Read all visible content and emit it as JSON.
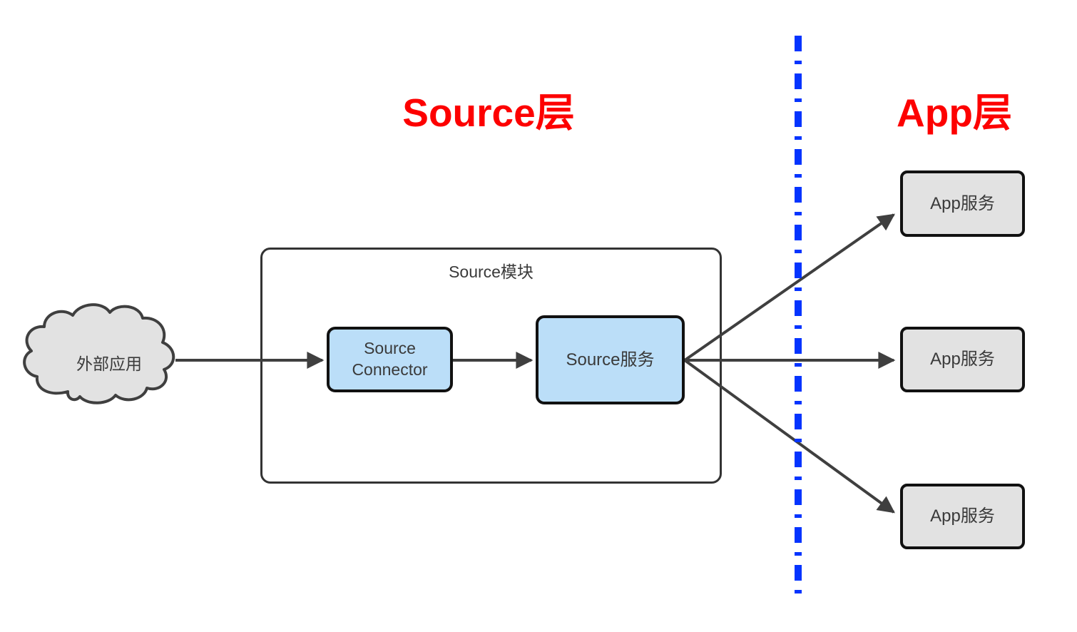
{
  "titles": {
    "source_layer": "Source层",
    "app_layer": "App层"
  },
  "cloud": {
    "label": "外部应用"
  },
  "source_module": {
    "label": "Source模块",
    "connector_label": "Source Connector",
    "service_label": "Source服务"
  },
  "app_services": [
    "App服务",
    "App服务",
    "App服务"
  ],
  "divider": {
    "style": "dash-dot",
    "orientation": "vertical"
  },
  "colors": {
    "accent_red": "#fd0000",
    "divider_blue": "#0434ff",
    "box_blue_fill": "#bbdef8",
    "box_gray_fill": "#e2e2e2",
    "line_dark": "#3f3f3f",
    "border_black": "#111111",
    "label_text": "#3a3a3a"
  }
}
